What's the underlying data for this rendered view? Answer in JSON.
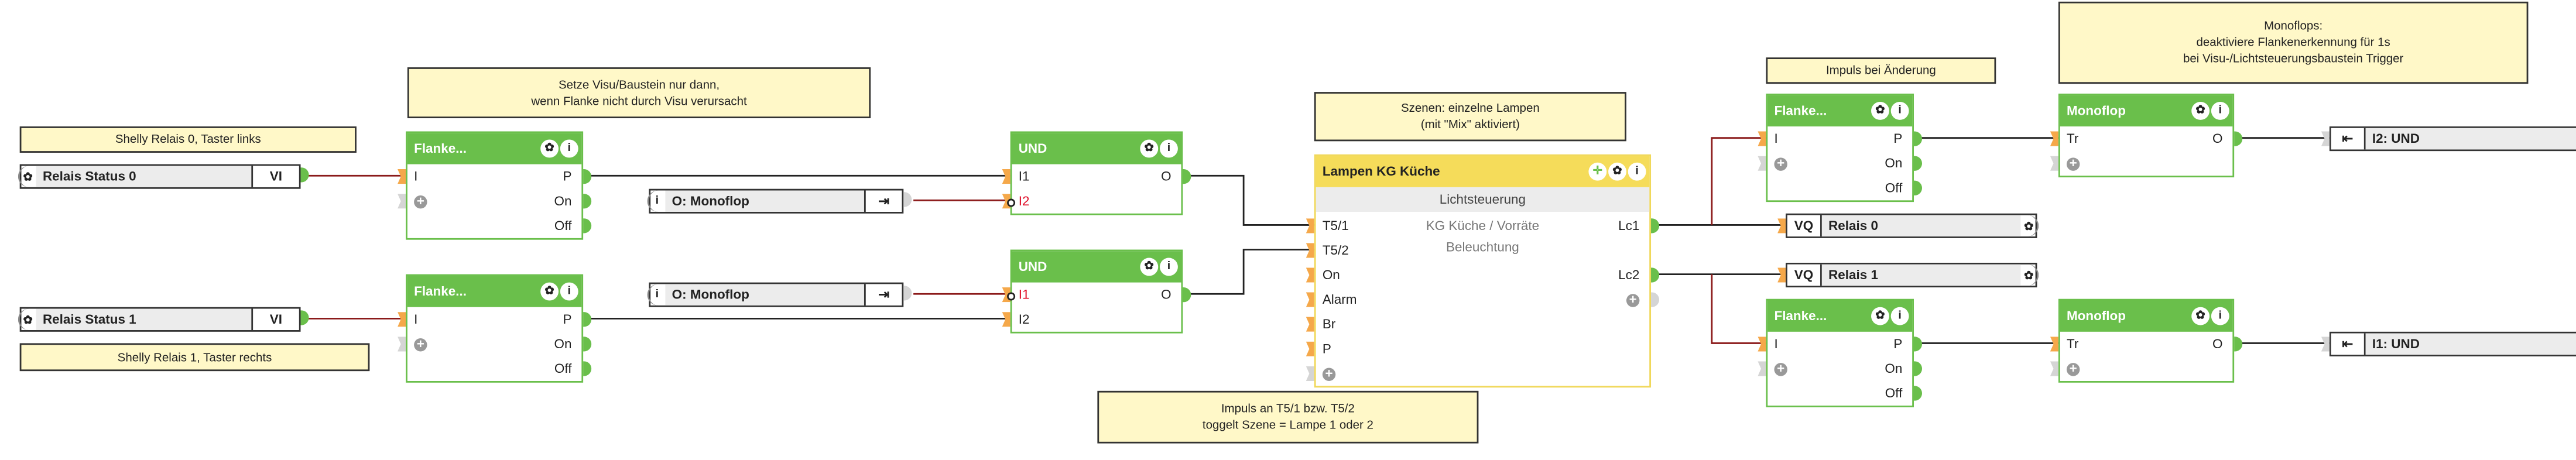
{
  "colors": {
    "block_green": "#6abf4b",
    "block_yellow": "#f5dc5a",
    "comment_bg": "#fff8c8",
    "input_port": "#f5a84a",
    "wire_red": "#8b1a1a",
    "wire_black": "#222222",
    "negated_input": "#e0102a"
  },
  "comments": {
    "setze": [
      "Setze Visu/Baustein nur dann,",
      "wenn Flanke nicht durch Visu verursacht"
    ],
    "shelly0": [
      "Shelly Relais 0, Taster links"
    ],
    "shelly1": [
      "Shelly Relais 1, Taster rechts"
    ],
    "szenen": [
      "Szenen: einzelne Lampen",
      "(mit \"Mix\" aktiviert)"
    ],
    "impuls_t5": [
      "Impuls an T5/1 bzw. T5/2",
      "toggelt Szene = Lampe 1 oder 2"
    ],
    "impuls_aenderung": [
      "Impuls bei Änderung"
    ],
    "monoflops": [
      "Monoflops:",
      "deaktiviere Flankenerkennung für 1s",
      "bei Visu-/Lichtsteuerungsbaustein Trigger"
    ]
  },
  "inputs": {
    "relais0": {
      "label": "Relais Status 0",
      "type": "VI",
      "icon": "gear-icon"
    },
    "relais1": {
      "label": "Relais Status 1",
      "type": "VI",
      "icon": "gear-icon"
    }
  },
  "refs": {
    "mono_ref1": {
      "label": "O: Monoflop",
      "icon": "info-icon",
      "jump_icon": "goto-icon"
    },
    "mono_ref2": {
      "label": "O: Monoflop",
      "icon": "info-icon",
      "jump_icon": "goto-icon"
    }
  },
  "outputs": {
    "vq0": {
      "type": "VQ",
      "label": "Relais 0",
      "icon": "gear-icon"
    },
    "vq1": {
      "type": "VQ",
      "label": "Relais 1",
      "icon": "gear-icon"
    }
  },
  "targets": {
    "und_i2": {
      "label": "I2: UND",
      "icon": "enter-icon"
    },
    "und_i1": {
      "label": "I1: UND",
      "icon": "enter-icon"
    }
  },
  "blocks": {
    "flanke1": {
      "title": "Flanke...",
      "inputs": [
        "I"
      ],
      "outputs": [
        "P",
        "On",
        "Off"
      ]
    },
    "flanke2": {
      "title": "Flanke...",
      "inputs": [
        "I"
      ],
      "outputs": [
        "P",
        "On",
        "Off"
      ]
    },
    "und1": {
      "title": "UND",
      "inputs": [
        "I1",
        "I2"
      ],
      "negated": [
        "I2"
      ],
      "outputs": [
        "O"
      ]
    },
    "und2": {
      "title": "UND",
      "inputs": [
        "I1",
        "I2"
      ],
      "negated": [
        "I1"
      ],
      "outputs": [
        "O"
      ]
    },
    "lampen": {
      "title": "Lampen KG Küche",
      "subtitle": "Lichtsteuerung",
      "description": [
        "KG Küche / Vorräte",
        "Beleuchtung"
      ],
      "inputs": [
        "T5/1",
        "T5/2",
        "On",
        "Alarm",
        "Br",
        "P"
      ],
      "outputs": [
        "Lc1",
        "Lc2"
      ]
    },
    "flanke3": {
      "title": "Flanke...",
      "inputs": [
        "I"
      ],
      "outputs": [
        "P",
        "On",
        "Off"
      ]
    },
    "flanke4": {
      "title": "Flanke...",
      "inputs": [
        "I"
      ],
      "outputs": [
        "P",
        "On",
        "Off"
      ]
    },
    "mono1": {
      "title": "Monoflop",
      "inputs": [
        "Tr"
      ],
      "outputs": [
        "O"
      ]
    },
    "mono2": {
      "title": "Monoflop",
      "inputs": [
        "Tr"
      ],
      "outputs": [
        "O"
      ]
    }
  }
}
